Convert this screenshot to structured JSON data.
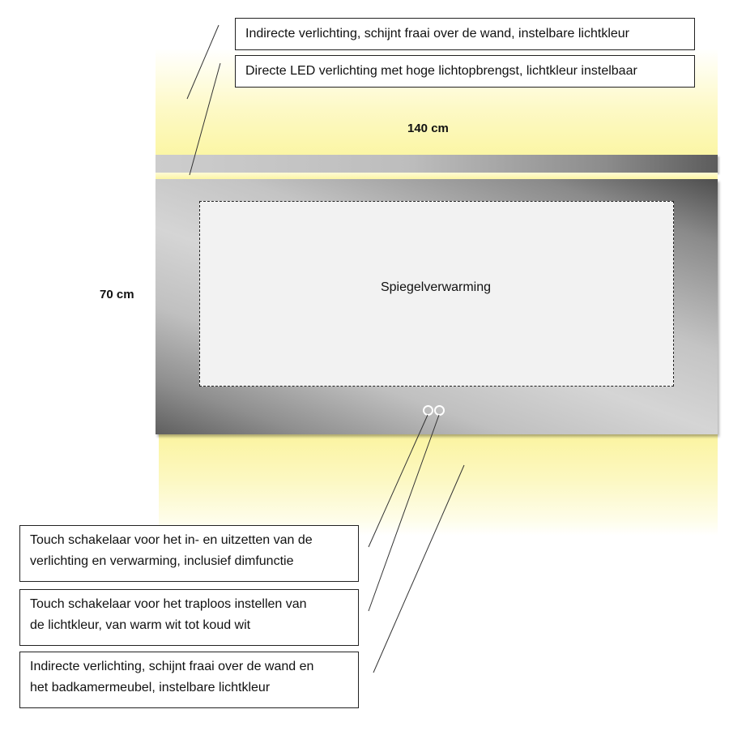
{
  "dimensions": {
    "width_label": "140 cm",
    "height_label": "70 cm"
  },
  "heating_zone": {
    "label": "Spiegelverwarming"
  },
  "callouts_top": [
    {
      "text": "Indirecte verlichting, schijnt fraai over de wand, instelbare lichtkleur"
    },
    {
      "text": "Directe LED verlichting met hoge lichtopbrengst, lichtkleur instelbaar"
    }
  ],
  "callouts_bottom": [
    {
      "line1": "Touch schakelaar voor het in- en uitzetten van de",
      "line2": "verlichting en verwarming, inclusief dimfunctie"
    },
    {
      "line1": "Touch schakelaar voor het traploos instellen van",
      "line2": "de lichtkleur, van warm wit tot koud wit"
    },
    {
      "line1": "Indirecte verlichting, schijnt fraai over de wand en",
      "line2": "het badkamermeubel, instelbare lichtkleur"
    }
  ],
  "colors": {
    "glow": "#fbf6a3",
    "mirror_light": "#d5d5d5",
    "mirror_dark": "#4e4e4e",
    "heating_fill": "#f2f2f2"
  }
}
